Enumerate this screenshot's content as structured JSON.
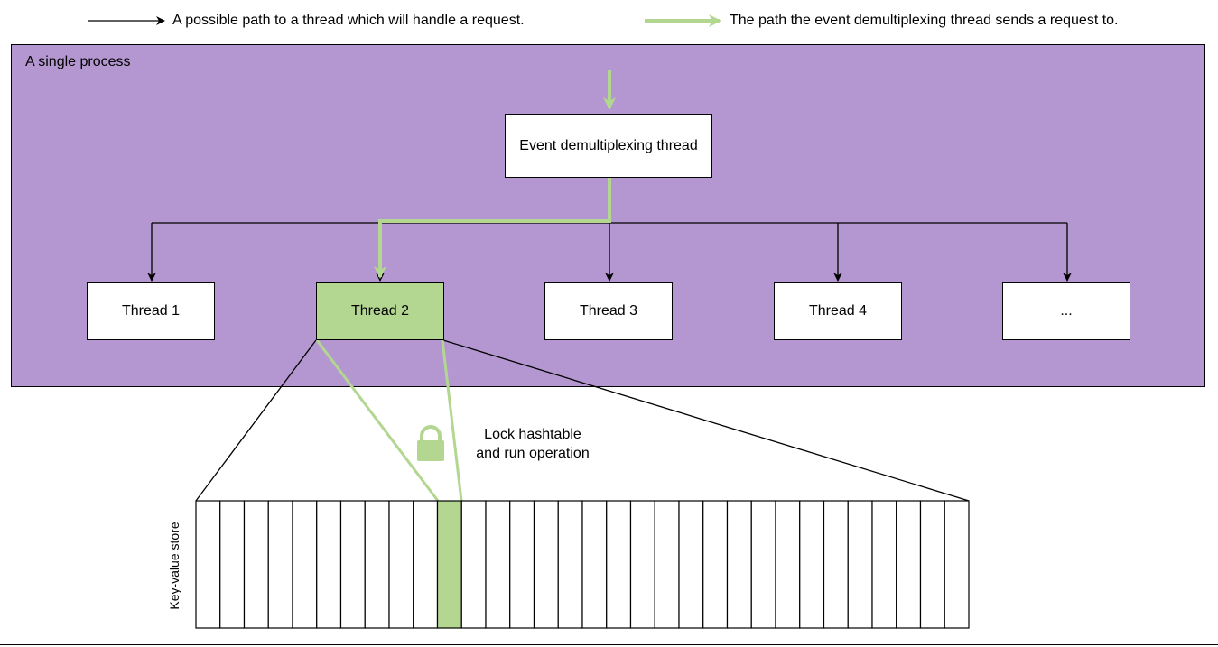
{
  "legend": {
    "thin_arrow_label": "A possible path to a thread which will handle a request.",
    "green_arrow_label": "The path the event demultiplexing thread sends a request to."
  },
  "process": {
    "label": "A single process",
    "dispatcher": "Event demultiplexing thread",
    "threads": [
      "Thread 1",
      "Thread 2",
      "Thread 3",
      "Thread 4",
      "..."
    ],
    "active_thread_index": 1
  },
  "store": {
    "label": "Key-value store",
    "bucket_count": 32,
    "locked_bucket_index": 10,
    "lock_note_line1": "Lock hashtable",
    "lock_note_line2": "and run operation"
  },
  "colors": {
    "process_fill": "#b497d1",
    "highlight": "#b3d791",
    "line": "#000000"
  },
  "icons": [
    "lock-icon"
  ]
}
